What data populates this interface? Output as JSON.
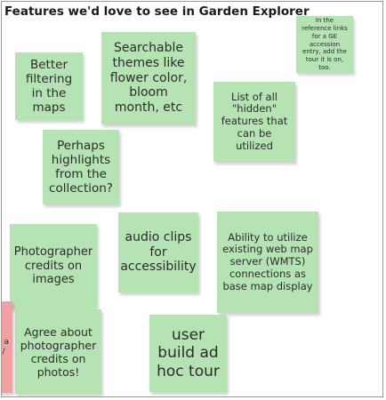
{
  "board": {
    "title": "Features we'd love to see in Garden Explorer",
    "notes": [
      {
        "id": "better-filtering",
        "text": "Better filtering in the maps"
      },
      {
        "id": "searchable-themes",
        "text": "Searchable themes like flower color, bloom month, etc"
      },
      {
        "id": "reference-links",
        "text": "In the reference links for a GE accession entry, add the tour it is on, too."
      },
      {
        "id": "hidden-features",
        "text": "List of all \"hidden\" features that can be utilized"
      },
      {
        "id": "highlights",
        "text": "Perhaps highlights from the collection?"
      },
      {
        "id": "photographer-credits",
        "text": "Photographer credits on images"
      },
      {
        "id": "audio-clips",
        "text": "audio clips for accessibility"
      },
      {
        "id": "wmts",
        "text": "Ability to utilize existing web map server (WMTS) connections as base map display"
      },
      {
        "id": "agree-photographer",
        "text": "Agree about photographer credits on photos!"
      },
      {
        "id": "user-tour",
        "text": "user build ad hoc tour"
      },
      {
        "id": "pink-partial",
        "text": "r a /"
      }
    ]
  },
  "colors": {
    "note_green": "#b6e3b4",
    "note_pink": "#f2a1a2"
  }
}
